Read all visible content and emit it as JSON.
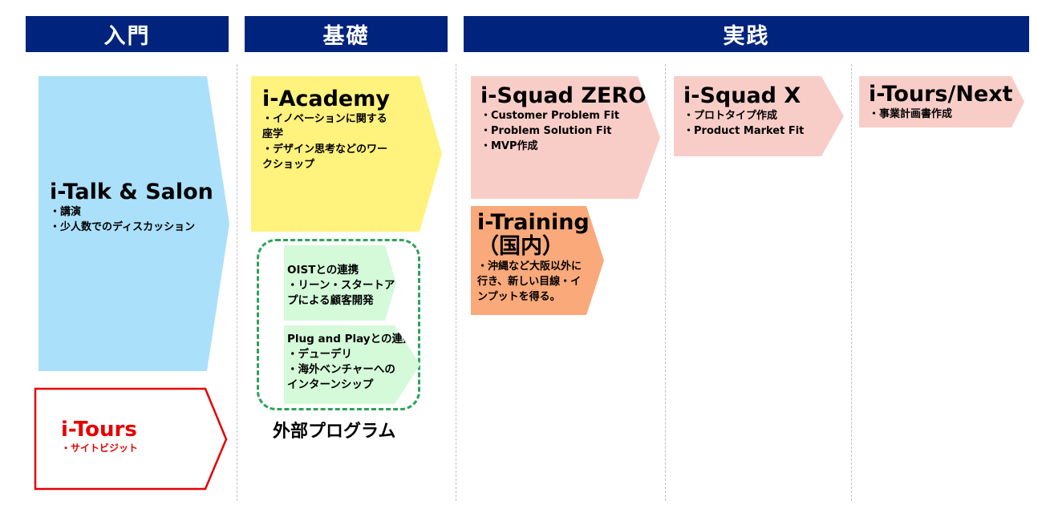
{
  "headers": {
    "intro": "入門",
    "basic": "基礎",
    "practice": "実践"
  },
  "programs": {
    "talk_salon": {
      "title": "i-Talk & Salon",
      "bullets": [
        "・講演",
        "・少人数でのディスカッション"
      ],
      "color": "#abe0fb"
    },
    "tours": {
      "title": "i-Tours",
      "bullets": [
        "・サイトビジット"
      ],
      "color": "#e60000"
    },
    "academy": {
      "title": "i-Academy",
      "bullets": [
        "・イノベーションに関する",
        "座学",
        "・デザイン思考などのワー",
        "クショップ"
      ],
      "color": "#fff27d"
    },
    "oist": {
      "lines": [
        "OISTとの連携",
        "・リーン・スタートアップ",
        "プによる顧客開発"
      ],
      "color": "#d4fad9"
    },
    "plug_play": {
      "lines": [
        "Plug and Playとの連携",
        "・デューデリ",
        "・海外ベンチャーへの",
        "インターンシップ"
      ],
      "color": "#d4fad9"
    },
    "external_label": "外部プログラム",
    "squad_zero": {
      "title": "i-Squad ZERO",
      "bullets": [
        "・Customer Problem Fit",
        "・Problem Solution Fit",
        "・MVP作成"
      ],
      "color": "#f8cdc8"
    },
    "training": {
      "title_line1": "i-Training",
      "title_line2": "（国内）",
      "bullets": [
        "・沖縄など大阪以外に",
        "行き、新しい目線・イ",
        "ンプットを得る。"
      ],
      "color": "#f9a97a"
    },
    "squad_x": {
      "title": "i-Squad X",
      "bullets": [
        "・プロトタイプ作成",
        "・Product Market Fit"
      ],
      "color": "#f8cdc8"
    },
    "tours_next": {
      "title": "i-Tours/Next",
      "bullets": [
        "・事業計画書作成"
      ],
      "color": "#f8cdc8"
    }
  }
}
